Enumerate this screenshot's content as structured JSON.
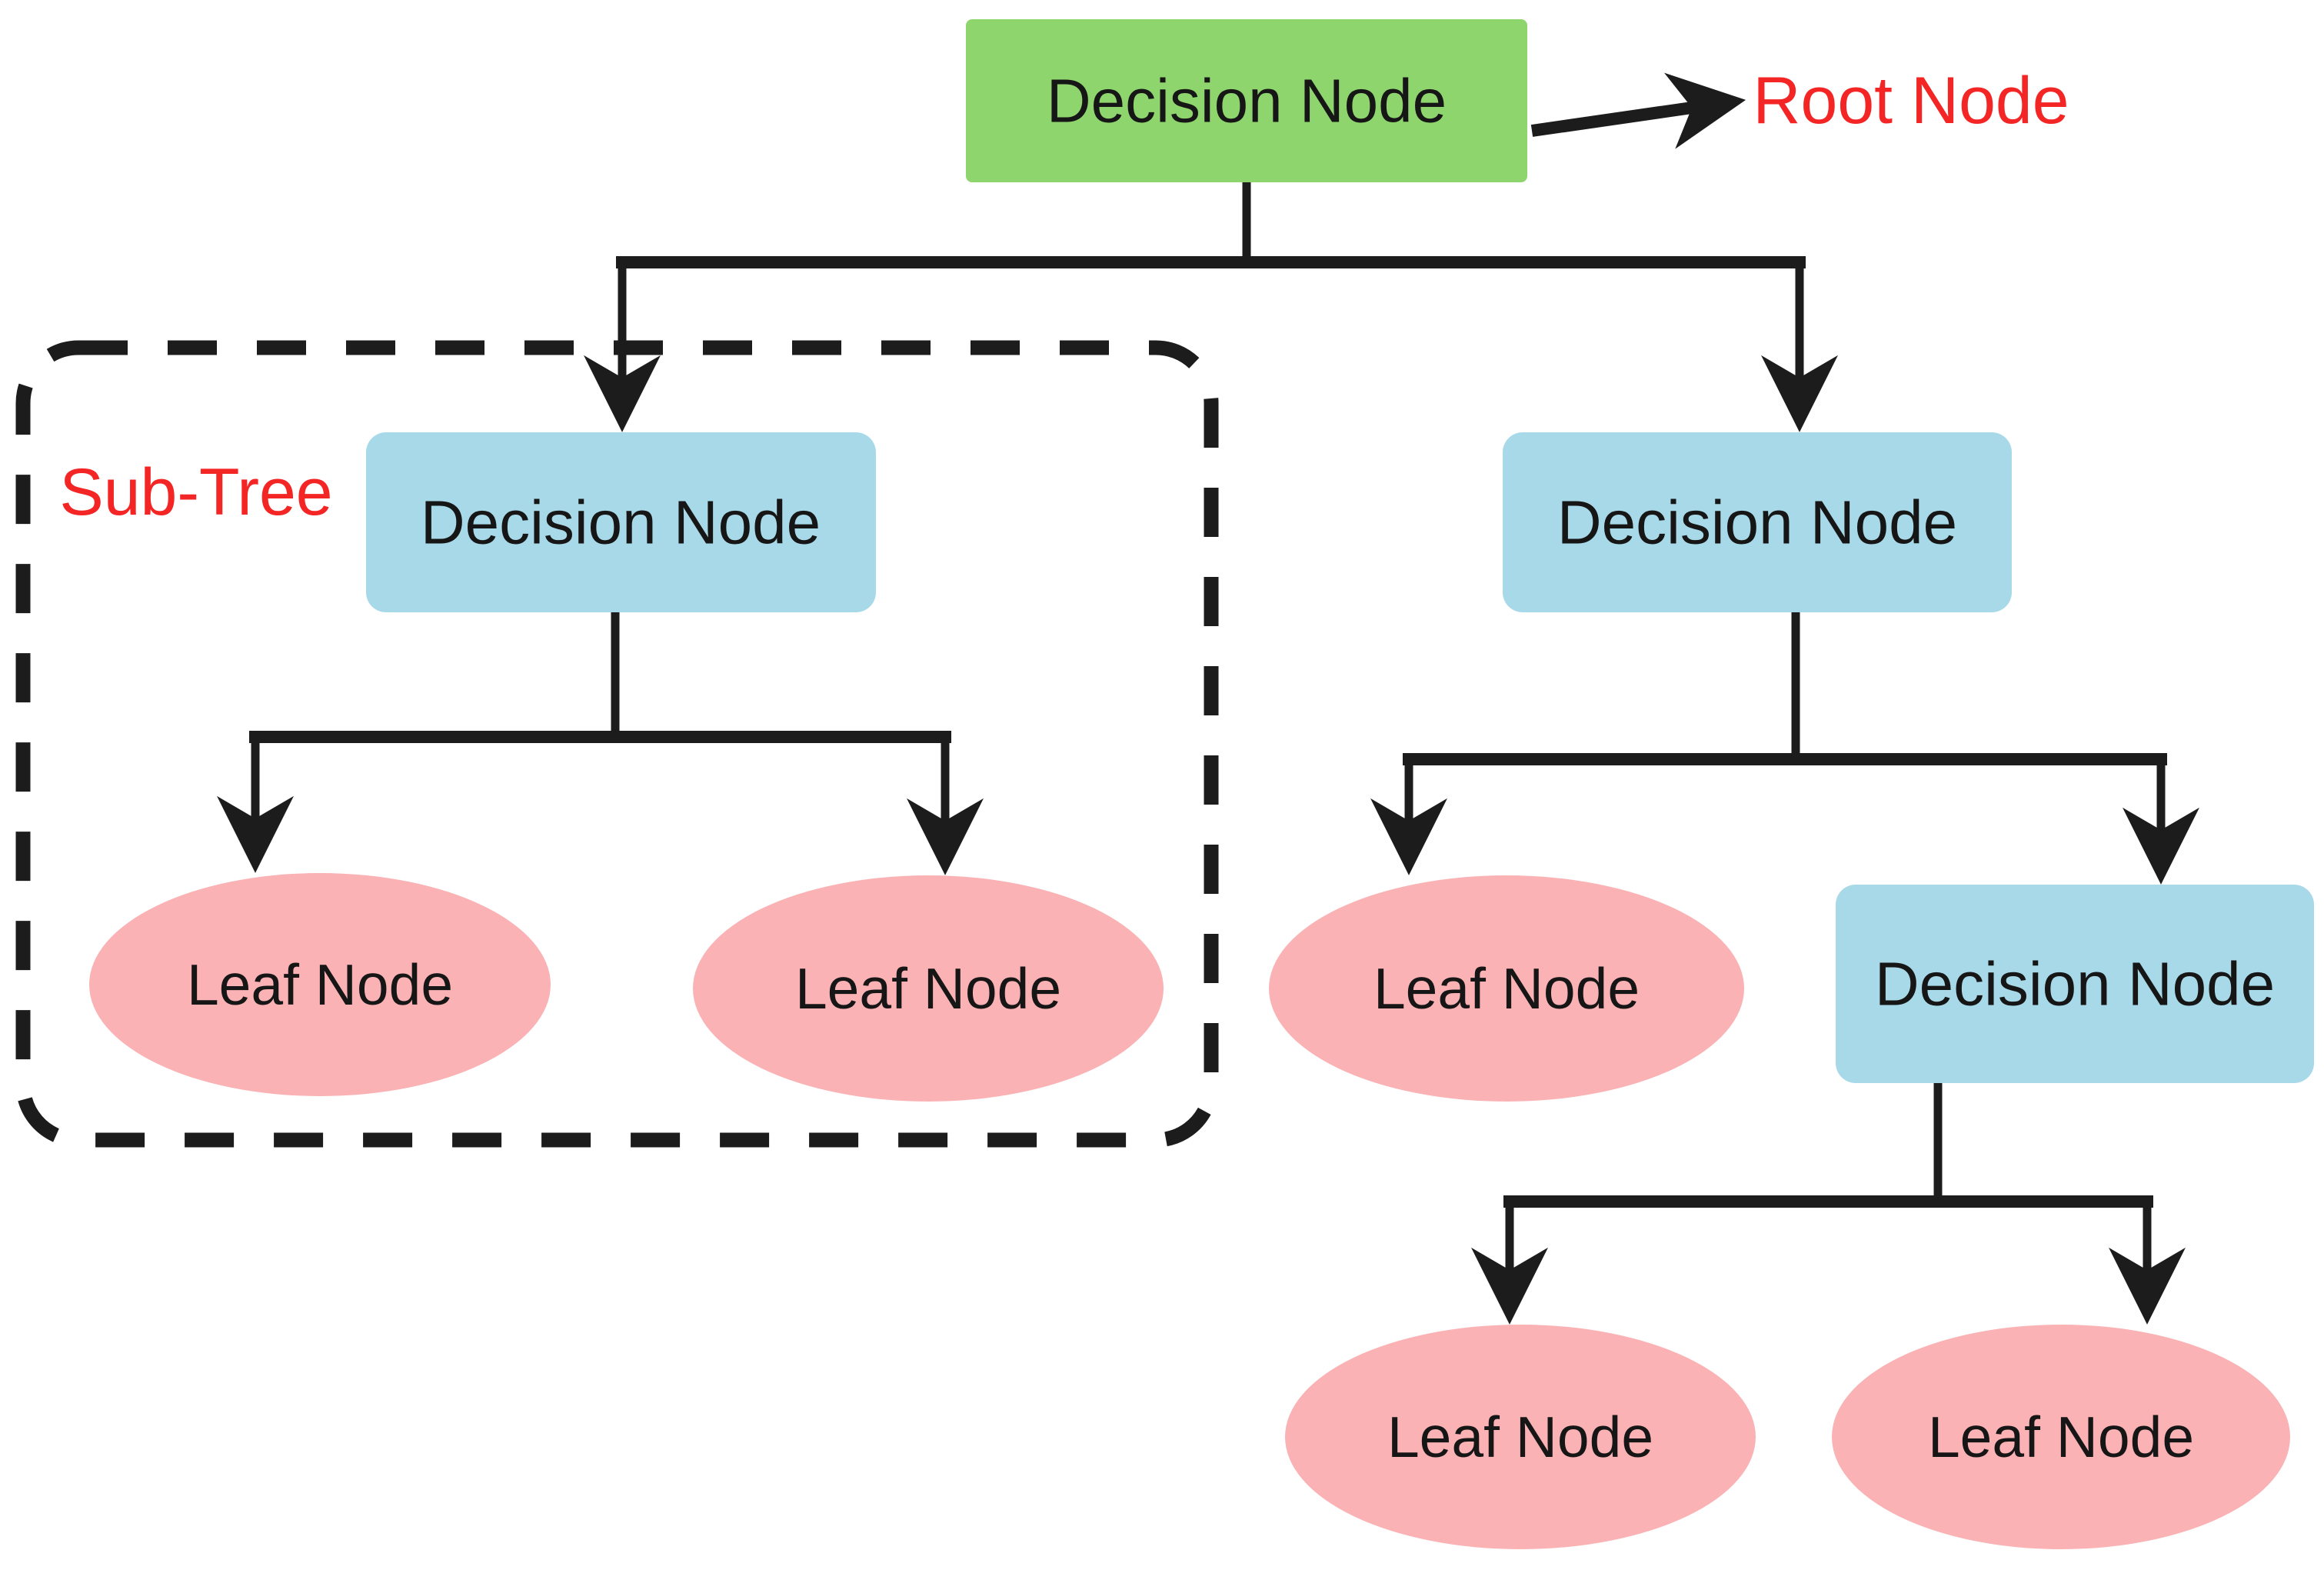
{
  "diagram": {
    "type": "decision-tree",
    "nodes": {
      "root": {
        "label": "Decision Node",
        "shape": "rectangle",
        "level": 0
      },
      "subtree_decision": {
        "label": "Decision Node",
        "shape": "rounded-rectangle",
        "level": 1
      },
      "right_decision": {
        "label": "Decision Node",
        "shape": "rounded-rectangle",
        "level": 1
      },
      "nested_decision": {
        "label": "Decision Node",
        "shape": "rounded-rectangle",
        "level": 2
      },
      "leaf_1": {
        "label": "Leaf Node",
        "shape": "ellipse",
        "level": 2
      },
      "leaf_2": {
        "label": "Leaf Node",
        "shape": "ellipse",
        "level": 2
      },
      "leaf_3": {
        "label": "Leaf Node",
        "shape": "ellipse",
        "level": 2
      },
      "leaf_4": {
        "label": "Leaf Node",
        "shape": "ellipse",
        "level": 3
      },
      "leaf_5": {
        "label": "Leaf Node",
        "shape": "ellipse",
        "level": 3
      }
    },
    "annotations": {
      "root_pointer": "Root Node",
      "subtree": "Sub-Tree"
    },
    "colors": {
      "root_fill": "#8FD56D",
      "decision_fill": "#A8D9E9",
      "leaf_fill": "#FAB2B4",
      "annotation_red": "#F42525",
      "line": "#1c1c1c",
      "background": "#ffffff"
    }
  }
}
